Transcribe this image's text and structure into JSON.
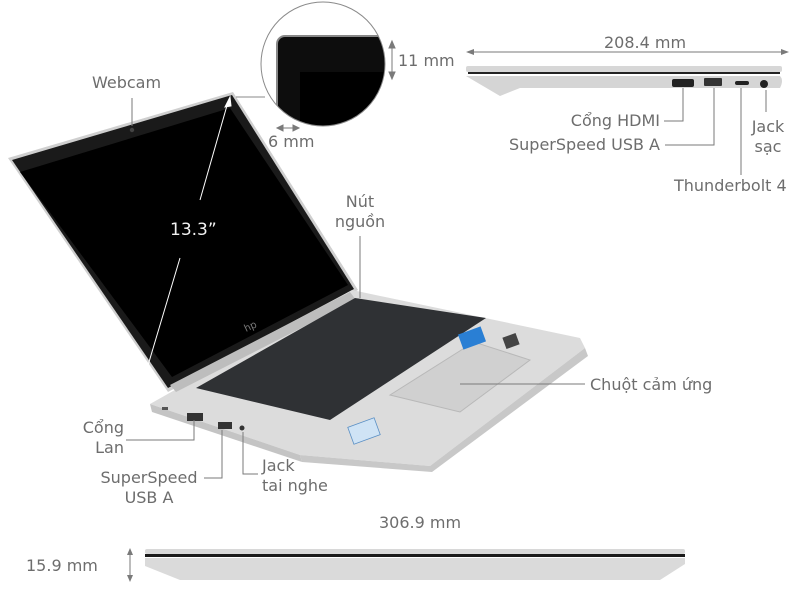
{
  "title": "Laptop 13.3 inch dimensions and ports diagram",
  "dimensions": {
    "screen_size": "13.3”",
    "bezel_top": "11 mm",
    "bezel_side": "6 mm",
    "depth": "208.4 mm",
    "width": "306.9 mm",
    "thickness": "15.9 mm"
  },
  "labels": {
    "webcam": "Webcam",
    "power_button": [
      "Nút",
      "nguồn"
    ],
    "touchpad": "Chuột cảm ứng",
    "lan_port": [
      "Cổng",
      "Lan"
    ],
    "usb_a_left": [
      "SuperSpeed",
      "USB A"
    ],
    "headphone_jack": [
      "Jack",
      "tai nghe"
    ],
    "hdmi": "Cổng HDMI",
    "usb_a_right": "SuperSpeed USB A",
    "charging_jack": [
      "Jack",
      "sạc"
    ],
    "thunderbolt": "Thunderbolt 4"
  },
  "colors": {
    "text": "#6d6d6d",
    "lines": "#7a7a7a",
    "chassis": "#d9d9d9",
    "screen": "#000000",
    "keys": "#3f4144"
  }
}
